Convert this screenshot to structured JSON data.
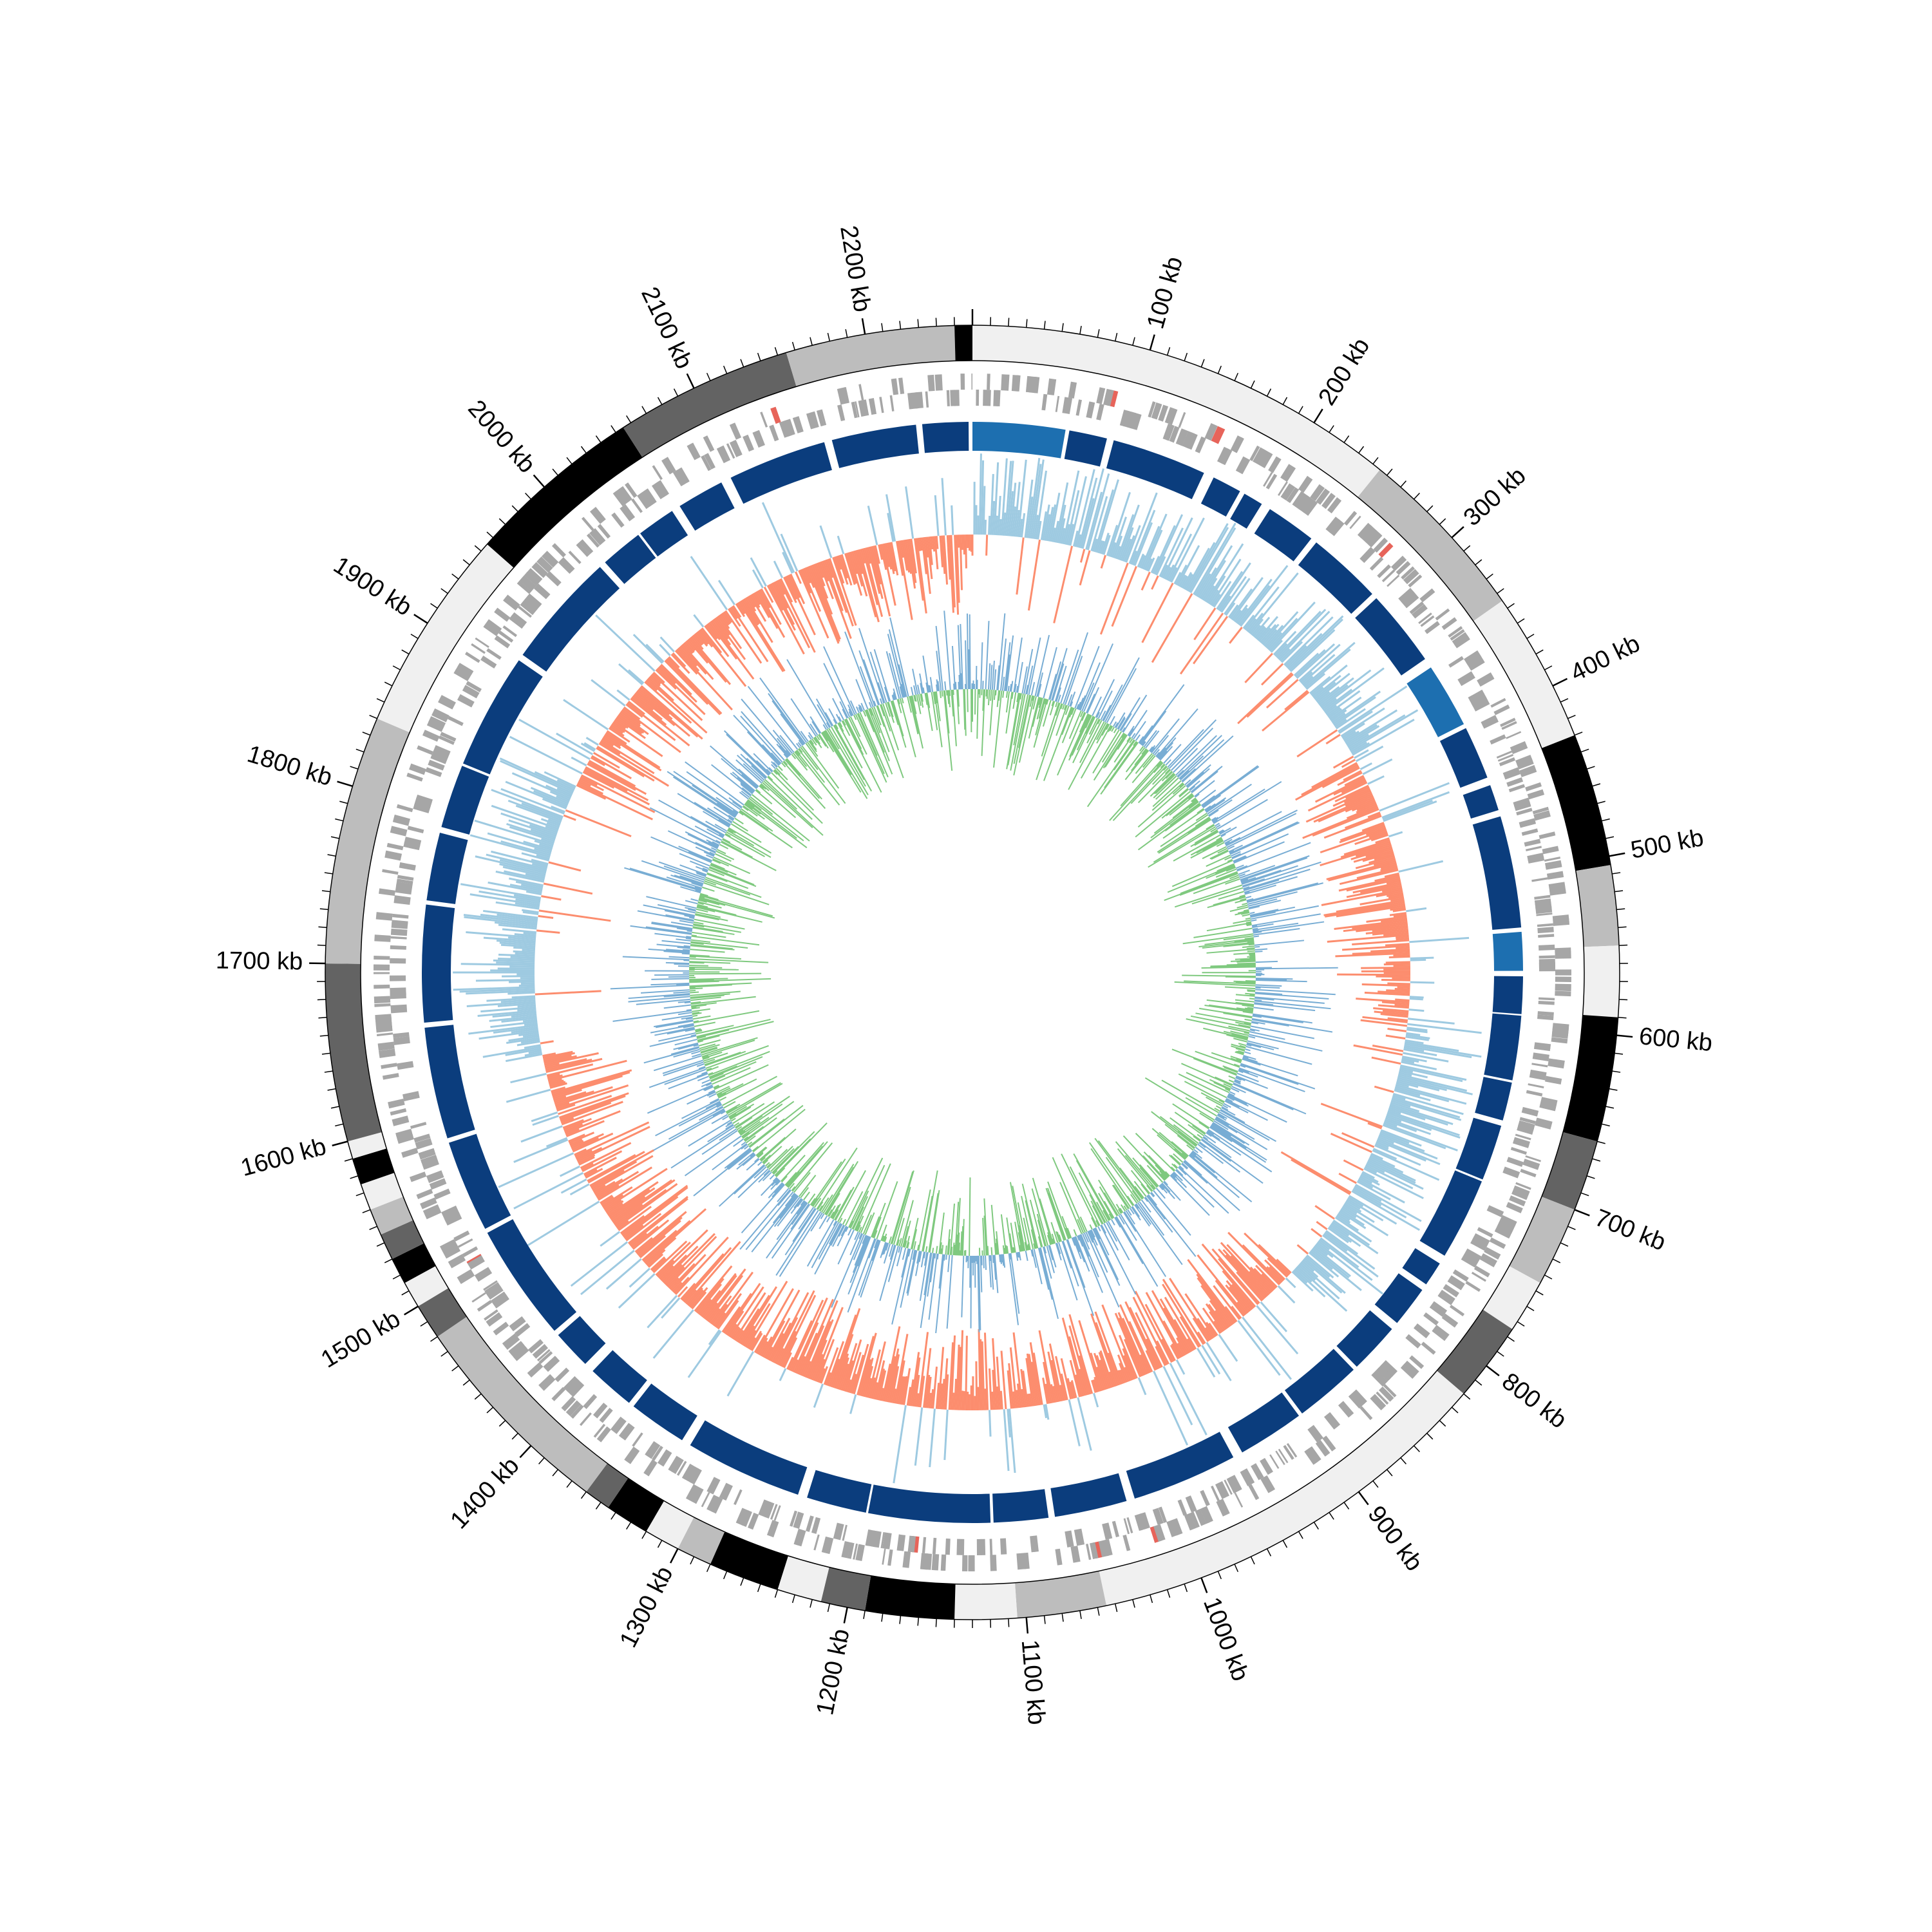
{
  "diagram": {
    "type": "circular genome map",
    "genome_length_kb": 2260,
    "tick_labels": [
      {
        "kb": 100,
        "label": "100 kb"
      },
      {
        "kb": 200,
        "label": "200 kb"
      },
      {
        "kb": 300,
        "label": "300 kb"
      },
      {
        "kb": 400,
        "label": "400 kb"
      },
      {
        "kb": 500,
        "label": "500 kb"
      },
      {
        "kb": 600,
        "label": "600 kb"
      },
      {
        "kb": 700,
        "label": "700 kb"
      },
      {
        "kb": 800,
        "label": "800 kb"
      },
      {
        "kb": 900,
        "label": "900 kb"
      },
      {
        "kb": 1000,
        "label": "1000 kb"
      },
      {
        "kb": 1100,
        "label": "1100 kb"
      },
      {
        "kb": 1200,
        "label": "1200 kb"
      },
      {
        "kb": 1300,
        "label": "1300 kb"
      },
      {
        "kb": 1400,
        "label": "1400 kb"
      },
      {
        "kb": 1500,
        "label": "1500 kb"
      },
      {
        "kb": 1600,
        "label": "1600 kb"
      },
      {
        "kb": 1700,
        "label": "1700 kb"
      },
      {
        "kb": 1800,
        "label": "1800 kb"
      },
      {
        "kb": 1900,
        "label": "1900 kb"
      },
      {
        "kb": 2000,
        "label": "2000 kb"
      },
      {
        "kb": 2100,
        "label": "2100 kb"
      },
      {
        "kb": 2200,
        "label": "2200 kb"
      }
    ],
    "contig_blocks": [
      {
        "start": 0,
        "end": 245,
        "color": "#f0f0f0"
      },
      {
        "start": 245,
        "end": 345,
        "color": "#bdbdbd"
      },
      {
        "start": 345,
        "end": 430,
        "color": "#f0f0f0"
      },
      {
        "start": 430,
        "end": 505,
        "color": "#000000"
      },
      {
        "start": 505,
        "end": 550,
        "color": "#bdbdbd"
      },
      {
        "start": 550,
        "end": 590,
        "color": "#f0f0f0"
      },
      {
        "start": 590,
        "end": 660,
        "color": "#000000"
      },
      {
        "start": 660,
        "end": 700,
        "color": "#636363"
      },
      {
        "start": 700,
        "end": 745,
        "color": "#bdbdbd"
      },
      {
        "start": 745,
        "end": 775,
        "color": "#f0f0f0"
      },
      {
        "start": 775,
        "end": 820,
        "color": "#636363"
      },
      {
        "start": 820,
        "end": 1055,
        "color": "#f0f0f0"
      },
      {
        "start": 1055,
        "end": 1105,
        "color": "#bdbdbd"
      },
      {
        "start": 1105,
        "end": 1140,
        "color": "#f0f0f0"
      },
      {
        "start": 1140,
        "end": 1190,
        "color": "#000000"
      },
      {
        "start": 1190,
        "end": 1215,
        "color": "#636363"
      },
      {
        "start": 1215,
        "end": 1240,
        "color": "#f0f0f0"
      },
      {
        "start": 1240,
        "end": 1280,
        "color": "#000000"
      },
      {
        "start": 1280,
        "end": 1300,
        "color": "#bdbdbd"
      },
      {
        "start": 1300,
        "end": 1320,
        "color": "#f0f0f0"
      },
      {
        "start": 1320,
        "end": 1345,
        "color": "#000000"
      },
      {
        "start": 1345,
        "end": 1360,
        "color": "#636363"
      },
      {
        "start": 1360,
        "end": 1480,
        "color": "#bdbdbd"
      },
      {
        "start": 1480,
        "end": 1500,
        "color": "#636363"
      },
      {
        "start": 1500,
        "end": 1515,
        "color": "#f0f0f0"
      },
      {
        "start": 1515,
        "end": 1530,
        "color": "#000000"
      },
      {
        "start": 1530,
        "end": 1545,
        "color": "#636363"
      },
      {
        "start": 1545,
        "end": 1560,
        "color": "#bdbdbd"
      },
      {
        "start": 1560,
        "end": 1575,
        "color": "#f0f0f0"
      },
      {
        "start": 1575,
        "end": 1590,
        "color": "#000000"
      },
      {
        "start": 1590,
        "end": 1600,
        "color": "#f0f0f0"
      },
      {
        "start": 1600,
        "end": 1700,
        "color": "#636363"
      },
      {
        "start": 1700,
        "end": 1840,
        "color": "#bdbdbd"
      },
      {
        "start": 1840,
        "end": 1955,
        "color": "#f0f0f0"
      },
      {
        "start": 1955,
        "end": 2055,
        "color": "#000000"
      },
      {
        "start": 2055,
        "end": 2155,
        "color": "#636363"
      },
      {
        "start": 2155,
        "end": 2250,
        "color": "#bdbdbd"
      },
      {
        "start": 2250,
        "end": 2260,
        "color": "#000000"
      }
    ],
    "track_colors": {
      "contig_outline": "#000000",
      "features": "#a6a6a6",
      "features_alt": "#e7645a",
      "cds_blocks": "#0b3d7d",
      "cds_blocks_alt": "#1d6fb0",
      "skew_positive": "#fc8d6e",
      "skew_negative": "#9ecae1",
      "gc_positive": "#7fc97f",
      "gc_negative": "#78add4"
    }
  }
}
